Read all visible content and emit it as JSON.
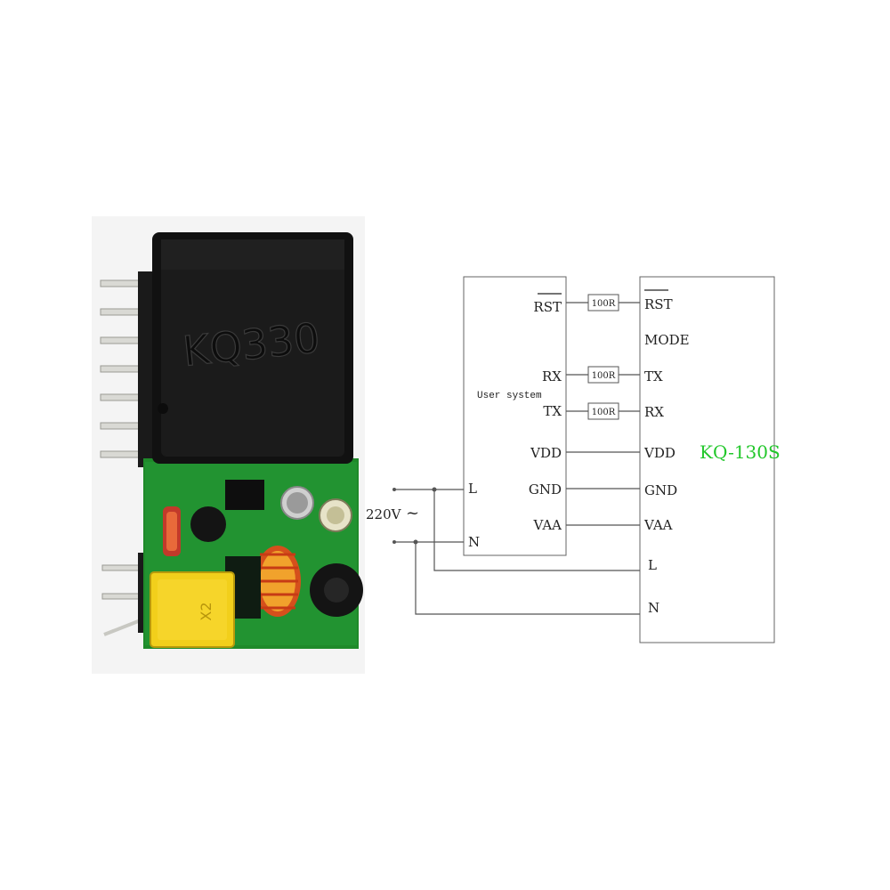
{
  "photo": {
    "module_marking": "KQ330",
    "capacitor_marking": "X2"
  },
  "user_system": {
    "label": "User system",
    "pins_right": [
      "RST",
      "RX",
      "TX",
      "VDD",
      "GND",
      "VAA"
    ],
    "pins_left": [
      "L",
      "N"
    ]
  },
  "module": {
    "label": "KQ-130S",
    "label_color": "#22c72b",
    "pins_left": [
      "RST",
      "MODE",
      "TX",
      "RX",
      "VDD",
      "GND",
      "VAA",
      "L",
      "N"
    ]
  },
  "resistors": [
    "100R",
    "100R",
    "100R"
  ],
  "supply": {
    "voltage": "220V",
    "symbol": "~"
  }
}
